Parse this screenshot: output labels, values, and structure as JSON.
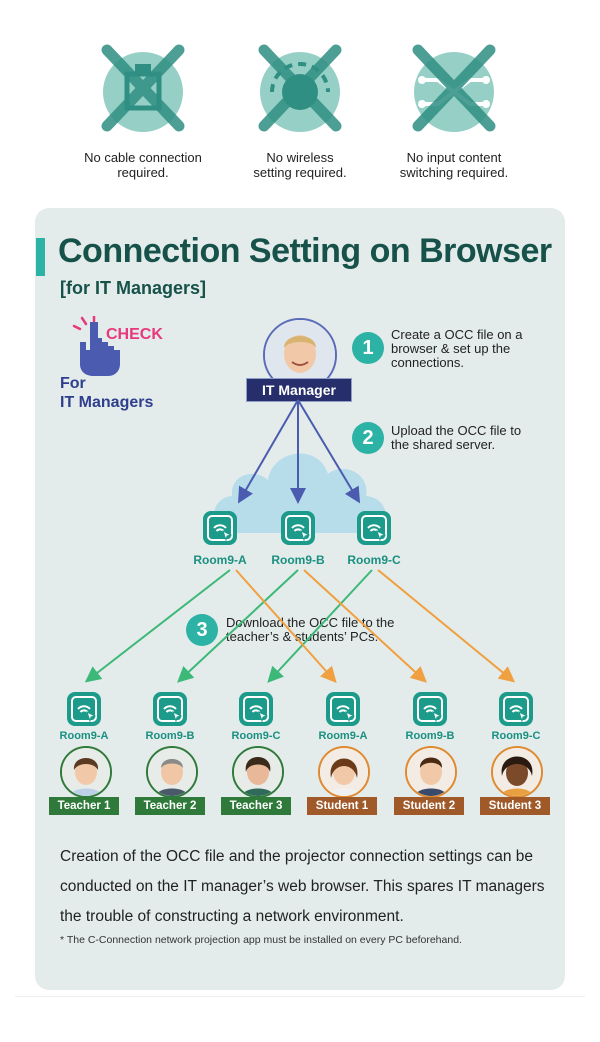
{
  "top_items": [
    {
      "label": "No cable connection\nrequired.",
      "icon": "no-cable-icon"
    },
    {
      "label": "No wireless\nsetting required.",
      "icon": "no-wireless-icon"
    },
    {
      "label": "No input content\nswitching required.",
      "icon": "no-switching-icon"
    }
  ],
  "title": "Connection Setting on Browser",
  "subtitle": "[for IT Managers]",
  "check_label": "CHECK",
  "for_label": "For\nIT Managers",
  "it_manager_label": "IT Manager",
  "steps": [
    {
      "number": "1",
      "text": "Create a OCC file on a\nbrowser & set up the\nconnections."
    },
    {
      "number": "2",
      "text": "Upload the OCC file to\nthe shared server."
    },
    {
      "number": "3",
      "text": "Download the OCC file to the\nteacher’s & students’ PCs."
    }
  ],
  "server_rooms": [
    "Room9-A",
    "Room9-B",
    "Room9-C"
  ],
  "people": [
    {
      "room": "Room9-A",
      "name": "Teacher 1",
      "role": "teacher"
    },
    {
      "room": "Room9-B",
      "name": "Teacher 2",
      "role": "teacher"
    },
    {
      "room": "Room9-C",
      "name": "Teacher 3",
      "role": "teacher"
    },
    {
      "room": "Room9-A",
      "name": "Student 1",
      "role": "student"
    },
    {
      "room": "Room9-B",
      "name": "Student 2",
      "role": "student"
    },
    {
      "room": "Room9-C",
      "name": "Student 3",
      "role": "student"
    }
  ],
  "body_text": "Creation of the OCC file and the projector connection settings can be conducted on the IT manager’s  web browser. This spares IT managers the trouble of constructing a network environment.",
  "footnote": "* The C-Connection network projection app must be installed on every PC beforehand.",
  "colors": {
    "teal": "#2db3a6",
    "dark_teal": "#16514a",
    "navy": "#262f6c",
    "green_arrow": "#3cb878",
    "orange_arrow": "#f0a040",
    "blue_arrow": "#4a5bb0"
  }
}
